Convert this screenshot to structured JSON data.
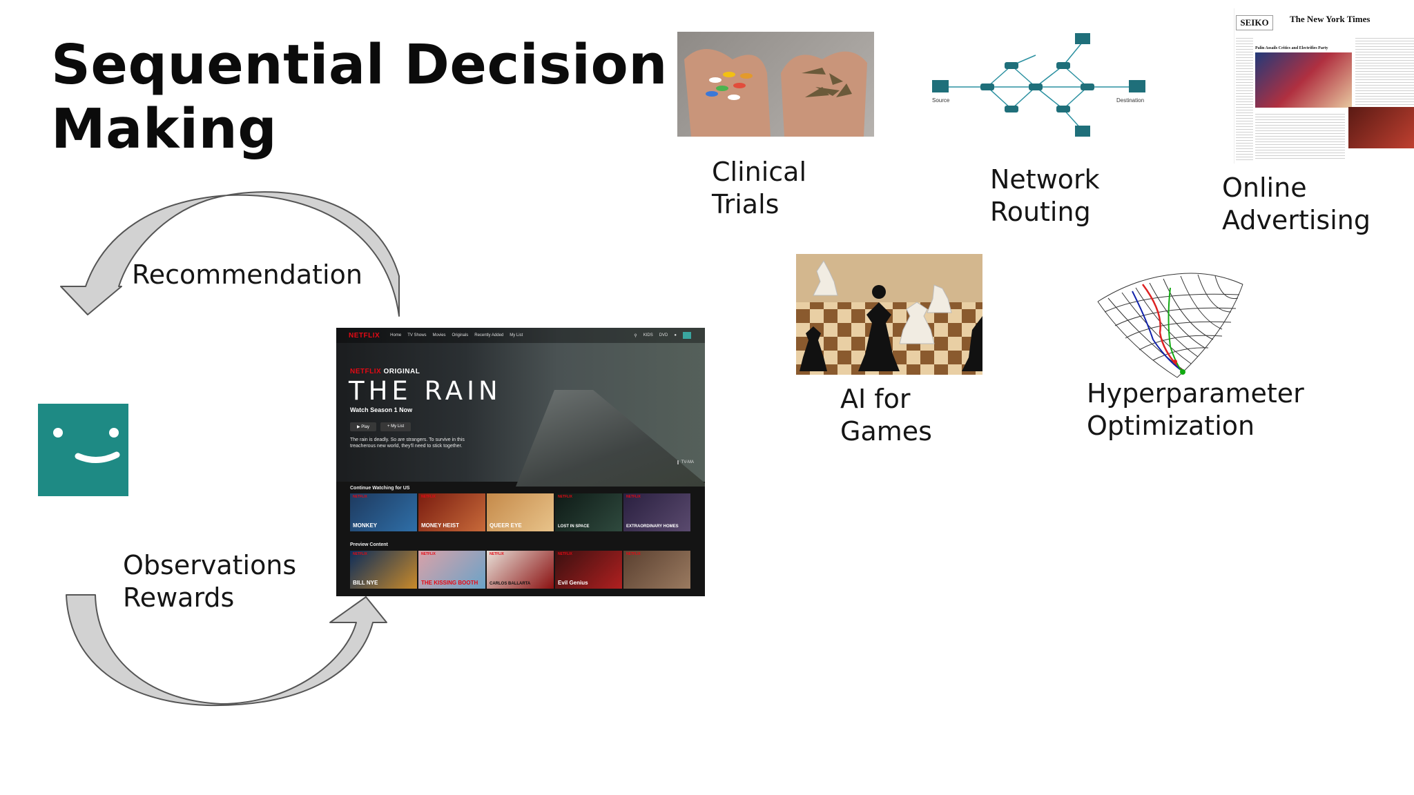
{
  "title": {
    "line1": "Sequential Decision",
    "line2": "Making"
  },
  "loop": {
    "recommendation": "Recommendation",
    "feedback_line1": "Observations",
    "feedback_line2": "Rewards"
  },
  "applications": [
    {
      "line1": "Clinical",
      "line2": "Trials"
    },
    {
      "line1": "Network",
      "line2": "Routing"
    },
    {
      "line1": "Online",
      "line2": "Advertising"
    },
    {
      "line1": "AI for",
      "line2": "Games"
    },
    {
      "line1": "Hyperparameter",
      "line2": "Optimization"
    }
  ],
  "network_diagram": {
    "source": "Source",
    "destination": "Destination"
  },
  "newspaper": {
    "brand": "SEIKO",
    "masthead": "The New York Times",
    "headline": "Palin Assails Critics and Electrifies Party"
  },
  "netflix": {
    "logo": "NETFLIX",
    "nav": [
      "Home",
      "TV Shows",
      "Movies",
      "Originals",
      "Recently Added",
      "My List"
    ],
    "nav_right": [
      "KIDS",
      "DVD"
    ],
    "original_prefix": "NETFLIX",
    "original_suffix": "ORIGINAL",
    "show": "THE RAIN",
    "watch": "Watch Season 1 Now",
    "play": "▶  Play",
    "mylist": "+  My List",
    "synopsis": "The rain is deadly. So are strangers. To survive in this treacherous new world, they'll need to stick together.",
    "rating": "TV-MA",
    "row1_title": "Continue Watching for US",
    "row1": [
      "MONKEY",
      "MONEY HEIST",
      "QUEER EYE",
      "LOST IN SPACE",
      "EXTRAORDINARY HOMES"
    ],
    "row2_title": "Preview Content",
    "row2": [
      "BILL NYE",
      "THE KISSING BOOTH",
      "CARLOS BALLARTA",
      "Evil Genius",
      ""
    ],
    "tile_badge": "NETFLIX"
  },
  "colors": {
    "netflix_red": "#e50914",
    "netflix_teal": "#1e8a84",
    "arrow_fill": "#cfcfcf",
    "arrow_stroke": "#555555"
  }
}
